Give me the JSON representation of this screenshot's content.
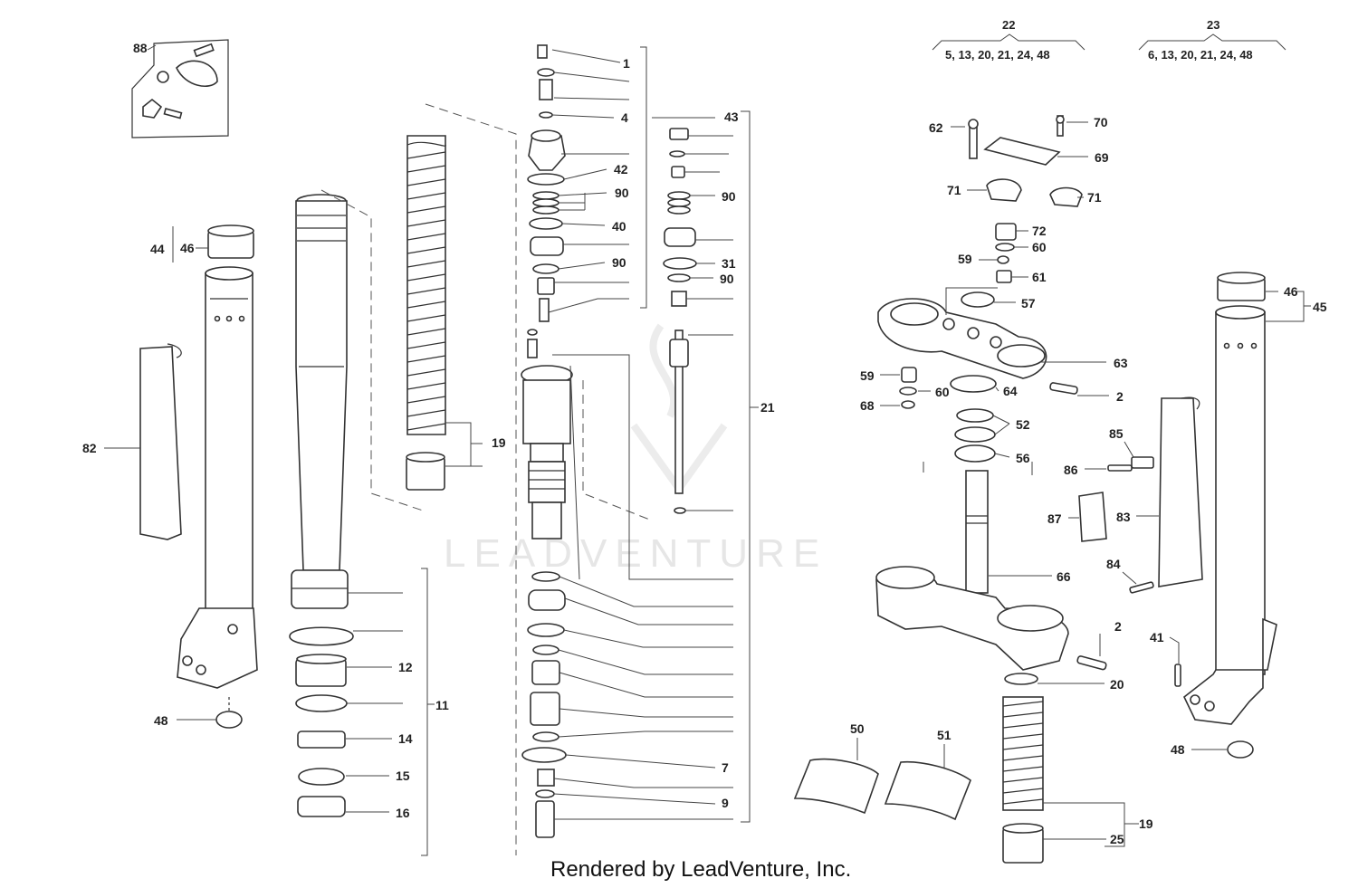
{
  "watermark": "LEADVENTURE",
  "footer": "Rendered by LeadVenture, Inc.",
  "kits": {
    "k22": {
      "number": "22",
      "contents": "5, 13, 20, 21, 24, 48"
    },
    "k23": {
      "number": "23",
      "contents": "6, 13, 20, 21, 24, 48"
    }
  },
  "callouts": {
    "c88": "88",
    "c44": "44",
    "c46a": "46",
    "c82": "82",
    "c48a": "48",
    "c19a": "19",
    "c11": "11",
    "c12": "12",
    "c14": "14",
    "c15": "15",
    "c16": "16",
    "c1": "1",
    "c4": "4",
    "c42": "42",
    "c90a": "90",
    "c40": "40",
    "c90b": "90",
    "c7": "7",
    "c9": "9",
    "c43": "43",
    "c90c": "90",
    "c31": "31",
    "c90d": "90",
    "c21": "21",
    "c62": "62",
    "c70": "70",
    "c69": "69",
    "c71a": "71",
    "c71b": "71",
    "c72": "72",
    "c60a": "60",
    "c59a": "59",
    "c61": "61",
    "c57": "57",
    "c63": "63",
    "c59b": "59",
    "c60b": "60",
    "c64": "64",
    "c2a": "2",
    "c68": "68",
    "c52": "52",
    "c56": "56",
    "c66": "66",
    "c2b": "2",
    "c20": "20",
    "c19b": "19",
    "c25": "25",
    "c50": "50",
    "c51": "51",
    "c46b": "46",
    "c45": "45",
    "c85": "85",
    "c86": "86",
    "c87": "87",
    "c83": "83",
    "c84": "84",
    "c41": "41",
    "c48b": "48"
  }
}
